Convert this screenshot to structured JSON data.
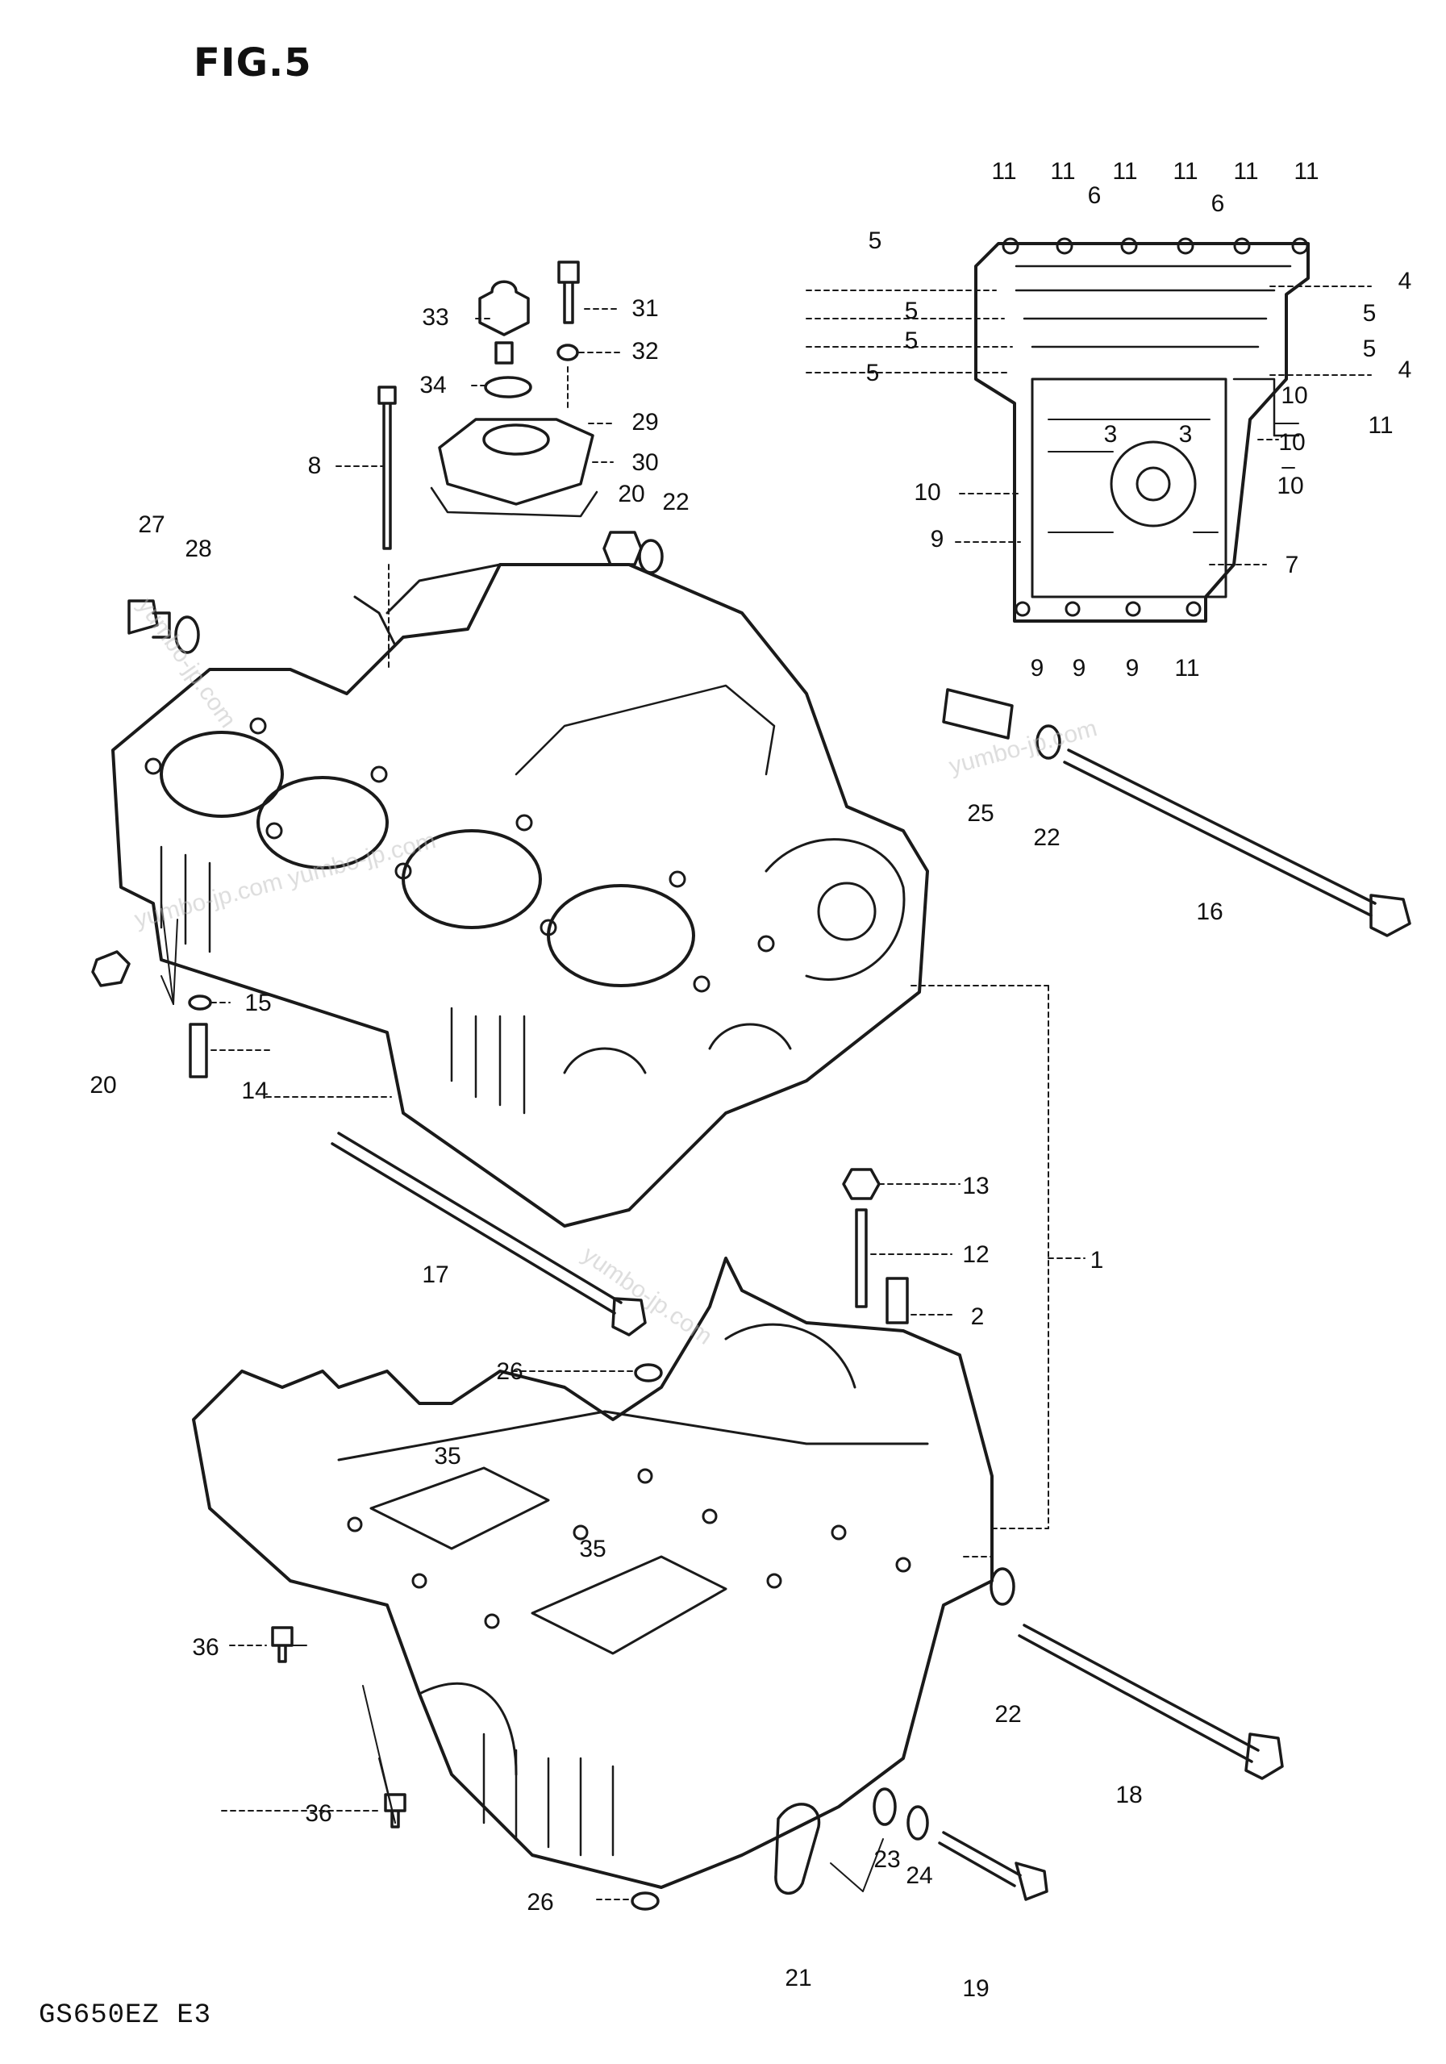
{
  "figure": {
    "title": "FIG.5",
    "model_code": "GS650EZ E3"
  },
  "callouts": [
    {
      "id": "c11a",
      "label": "11"
    },
    {
      "id": "c11b",
      "label": "11"
    },
    {
      "id": "c11c",
      "label": "11"
    },
    {
      "id": "c11d",
      "label": "11"
    },
    {
      "id": "c11e",
      "label": "11"
    },
    {
      "id": "c11f",
      "label": "11"
    },
    {
      "id": "c6a",
      "label": "6"
    },
    {
      "id": "c6b",
      "label": "6"
    },
    {
      "id": "c5a",
      "label": "5"
    },
    {
      "id": "c5b",
      "label": "5"
    },
    {
      "id": "c5c",
      "label": "5"
    },
    {
      "id": "c5d",
      "label": "5"
    },
    {
      "id": "c5e",
      "label": "5"
    },
    {
      "id": "c5f",
      "label": "5"
    },
    {
      "id": "c4a",
      "label": "4"
    },
    {
      "id": "c4b",
      "label": "4"
    },
    {
      "id": "c10a",
      "label": "10"
    },
    {
      "id": "c10b",
      "label": "10"
    },
    {
      "id": "c10c",
      "label": "10"
    },
    {
      "id": "c10d",
      "label": "10"
    },
    {
      "id": "c11g",
      "label": "11"
    },
    {
      "id": "c3a",
      "label": "3"
    },
    {
      "id": "c3b",
      "label": "3"
    },
    {
      "id": "c9a",
      "label": "9"
    },
    {
      "id": "c7",
      "label": "7"
    },
    {
      "id": "c9b",
      "label": "9"
    },
    {
      "id": "c9c",
      "label": "9"
    },
    {
      "id": "c9d",
      "label": "9"
    },
    {
      "id": "c11h",
      "label": "11"
    },
    {
      "id": "c33",
      "label": "33"
    },
    {
      "id": "c31",
      "label": "31"
    },
    {
      "id": "c32",
      "label": "32"
    },
    {
      "id": "c34",
      "label": "34"
    },
    {
      "id": "c29",
      "label": "29"
    },
    {
      "id": "c30",
      "label": "30"
    },
    {
      "id": "c8",
      "label": "8"
    },
    {
      "id": "c20a",
      "label": "20"
    },
    {
      "id": "c22a",
      "label": "22"
    },
    {
      "id": "c27",
      "label": "27"
    },
    {
      "id": "c28",
      "label": "28"
    },
    {
      "id": "c25",
      "label": "25"
    },
    {
      "id": "c22b",
      "label": "22"
    },
    {
      "id": "c16",
      "label": "16"
    },
    {
      "id": "c20b",
      "label": "20"
    },
    {
      "id": "c15",
      "label": "15"
    },
    {
      "id": "c14",
      "label": "14"
    },
    {
      "id": "c13",
      "label": "13"
    },
    {
      "id": "c12",
      "label": "12"
    },
    {
      "id": "c2",
      "label": "2"
    },
    {
      "id": "c1",
      "label": "1"
    },
    {
      "id": "c17",
      "label": "17"
    },
    {
      "id": "c26a",
      "label": "26"
    },
    {
      "id": "c35a",
      "label": "35"
    },
    {
      "id": "c35b",
      "label": "35"
    },
    {
      "id": "c36a",
      "label": "36"
    },
    {
      "id": "c22c",
      "label": "22"
    },
    {
      "id": "c18",
      "label": "18"
    },
    {
      "id": "c36b",
      "label": "36"
    },
    {
      "id": "c26b",
      "label": "26"
    },
    {
      "id": "c23",
      "label": "23"
    },
    {
      "id": "c24",
      "label": "24"
    },
    {
      "id": "c21",
      "label": "21"
    },
    {
      "id": "c19",
      "label": "19"
    }
  ]
}
